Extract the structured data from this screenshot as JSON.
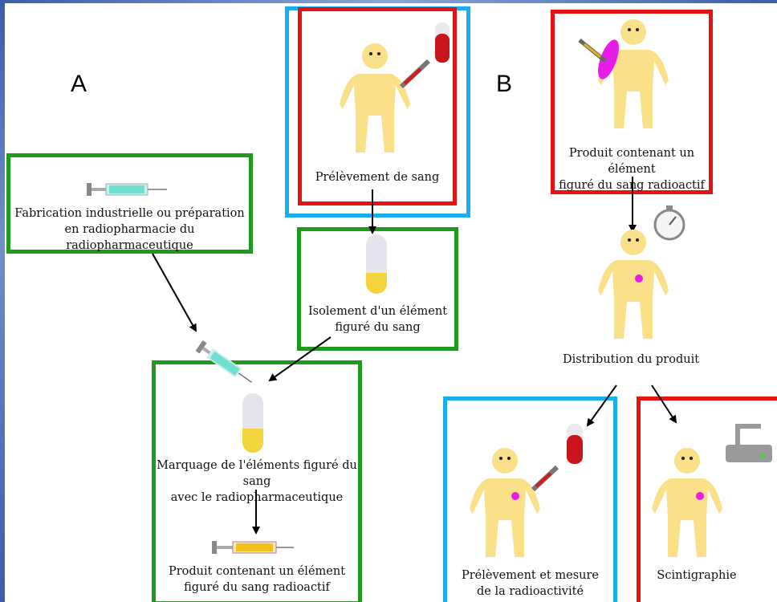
{
  "panels": {
    "a_label": "A",
    "b_label": "B"
  },
  "panel_a": {
    "fabrication": "Fabrication industrielle ou préparation\nen radiopharmacie du radiopharmaceutique",
    "prelevement": "Prélèvement de sang",
    "isolement": "Isolement d'un élément\nfiguré du sang",
    "marquage": "Marquage de l'éléments figuré du sang\navec le radiopharmaceutique",
    "produit": "Produit contenant un élément\nfiguré du sang radioactif"
  },
  "panel_b": {
    "produit": "Produit contenant un élément\nfiguré du sang radioactif",
    "distribution": "Distribution du produit",
    "prelevement_mesure": "Prélèvement et mesure\nde la radioactivité",
    "scintigraphie": "Scintigraphie"
  },
  "colors": {
    "process_green": "#1f9a1f",
    "patient_red": "#e41414",
    "blood_blue": "#19aef0",
    "figure": "#fbe08a",
    "radioactive": "#e81ce8"
  }
}
